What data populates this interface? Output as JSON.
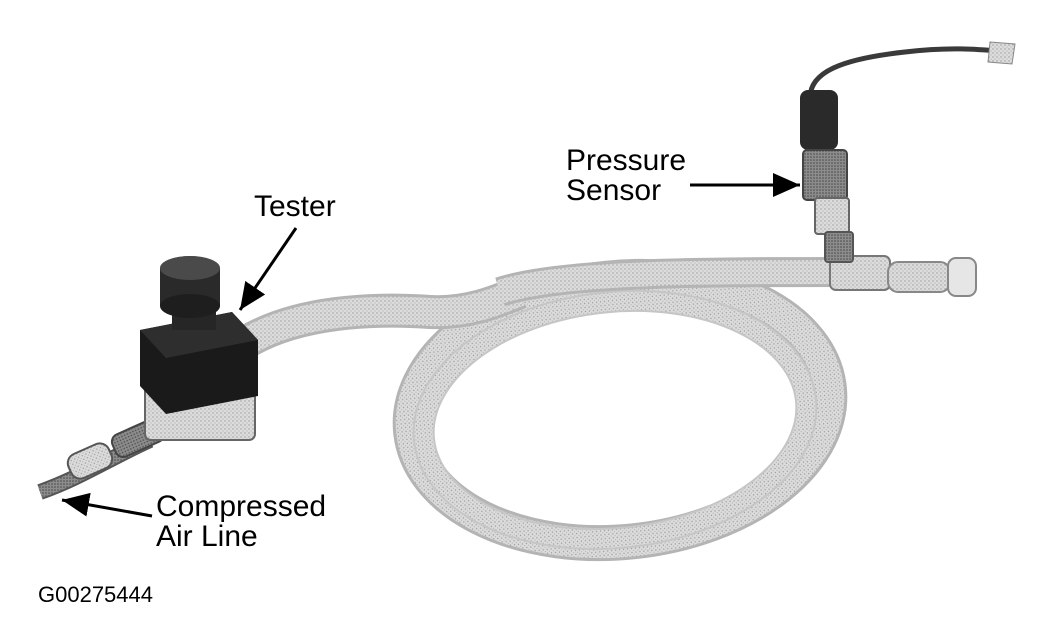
{
  "labels": {
    "tester": "Tester",
    "pressure_sensor_line1": "Pressure",
    "pressure_sensor_line2": "Sensor",
    "air_line_line1": "Compressed",
    "air_line_line2": "Air Line"
  },
  "figure_id": "G00275444",
  "colors": {
    "background": "#ffffff",
    "hose": "#d2d2d2",
    "tester_body": "#1a1a1a",
    "text": "#000000"
  }
}
